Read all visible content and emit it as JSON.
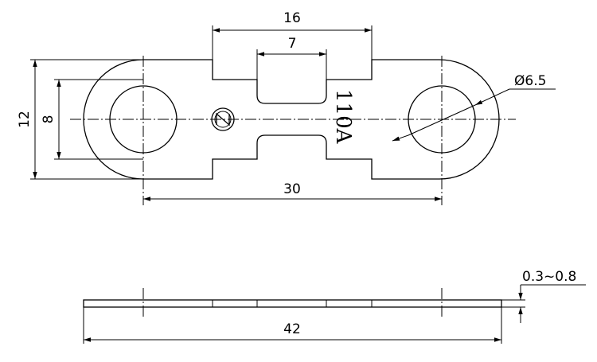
{
  "drawing": {
    "dimensions": {
      "total_slot_width": "16",
      "neck_width": "7",
      "outer_height": "12",
      "inner_height": "8",
      "hole_diameter": "Ø6.5",
      "hole_spacing": "30",
      "overall_length": "42",
      "thickness": "0.3~0.8"
    },
    "rating_label": "110A",
    "logo": "fuse-logo-icon"
  }
}
